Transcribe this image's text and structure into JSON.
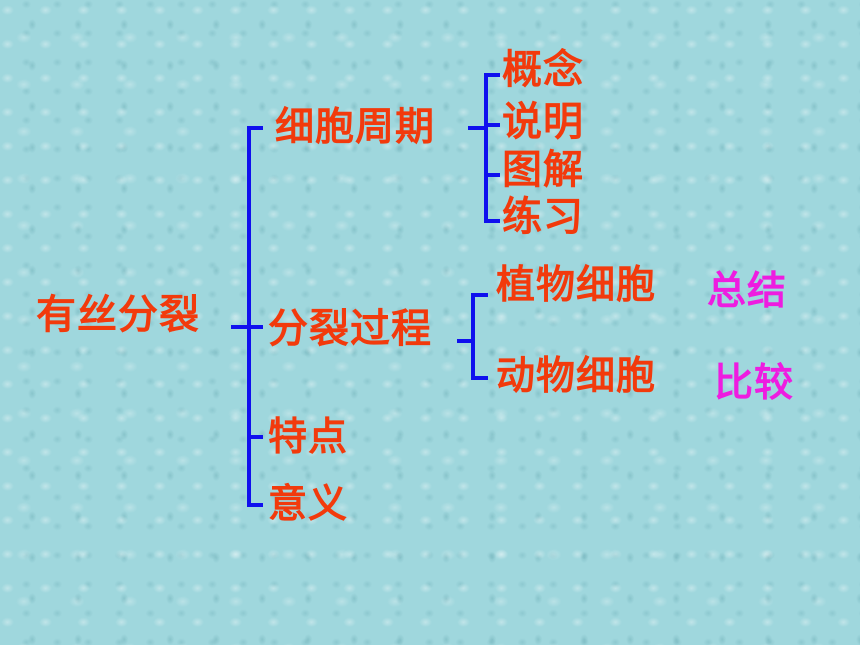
{
  "diagram": {
    "root": "有丝分裂",
    "branches": {
      "cycle": {
        "label": "细胞周期",
        "items": [
          "概念",
          "说明",
          "图解",
          "练习"
        ]
      },
      "process": {
        "label": "分裂过程",
        "items": [
          "植物细胞",
          "动物细胞"
        ]
      },
      "features": "特点",
      "significance": "意义"
    },
    "notes": [
      "总结",
      "比较"
    ]
  },
  "colors": {
    "background": "#9fd7dd",
    "label": "#f23a0c",
    "note": "#ee1ce0",
    "connector": "#1010ee"
  }
}
